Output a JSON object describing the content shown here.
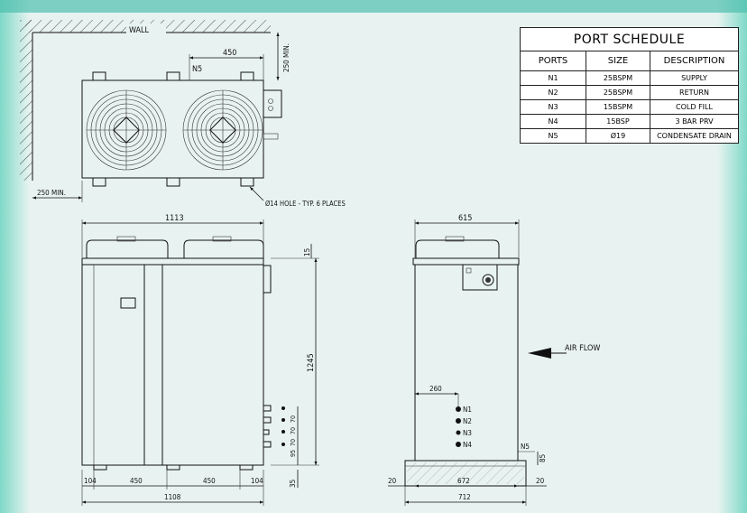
{
  "plan": {
    "wall_label": "WALL",
    "dim_top": "450",
    "n5_label": "N5",
    "clearance_right": "250 MIN.",
    "clearance_left": "250 MIN.",
    "hole_note": "Ø14 HOLE - TYP. 6 PLACES"
  },
  "front": {
    "width_top": "1113",
    "width_bottom": "1108",
    "dim_15": "15",
    "dim_1245": "1245",
    "dim_35": "35",
    "dim_95": "95",
    "dim_70a": "70",
    "dim_70b": "70",
    "dim_70c": "70",
    "foot_left": "104",
    "span_1": "450",
    "span_2": "450",
    "foot_right": "104"
  },
  "side": {
    "width_top": "615",
    "air_flow": "AIR FLOW",
    "dim_260": "260",
    "ports": [
      "N1",
      "N2",
      "N3",
      "N4"
    ],
    "n5_label": "N5",
    "dim_85": "85",
    "base_left": "20",
    "base_mid": "672",
    "base_right": "20",
    "base_total": "712"
  },
  "port_schedule": {
    "title": "PORT SCHEDULE",
    "columns": [
      "PORTS",
      "SIZE",
      "DESCRIPTION"
    ],
    "rows": [
      [
        "N1",
        "25BSPM",
        "SUPPLY"
      ],
      [
        "N2",
        "25BSPM",
        "RETURN"
      ],
      [
        "N3",
        "15BSPM",
        "COLD FILL"
      ],
      [
        "N4",
        "15BSP",
        "3 BAR PRV"
      ],
      [
        "N5",
        "Ø19",
        "CONDENSATE DRAIN"
      ]
    ]
  }
}
